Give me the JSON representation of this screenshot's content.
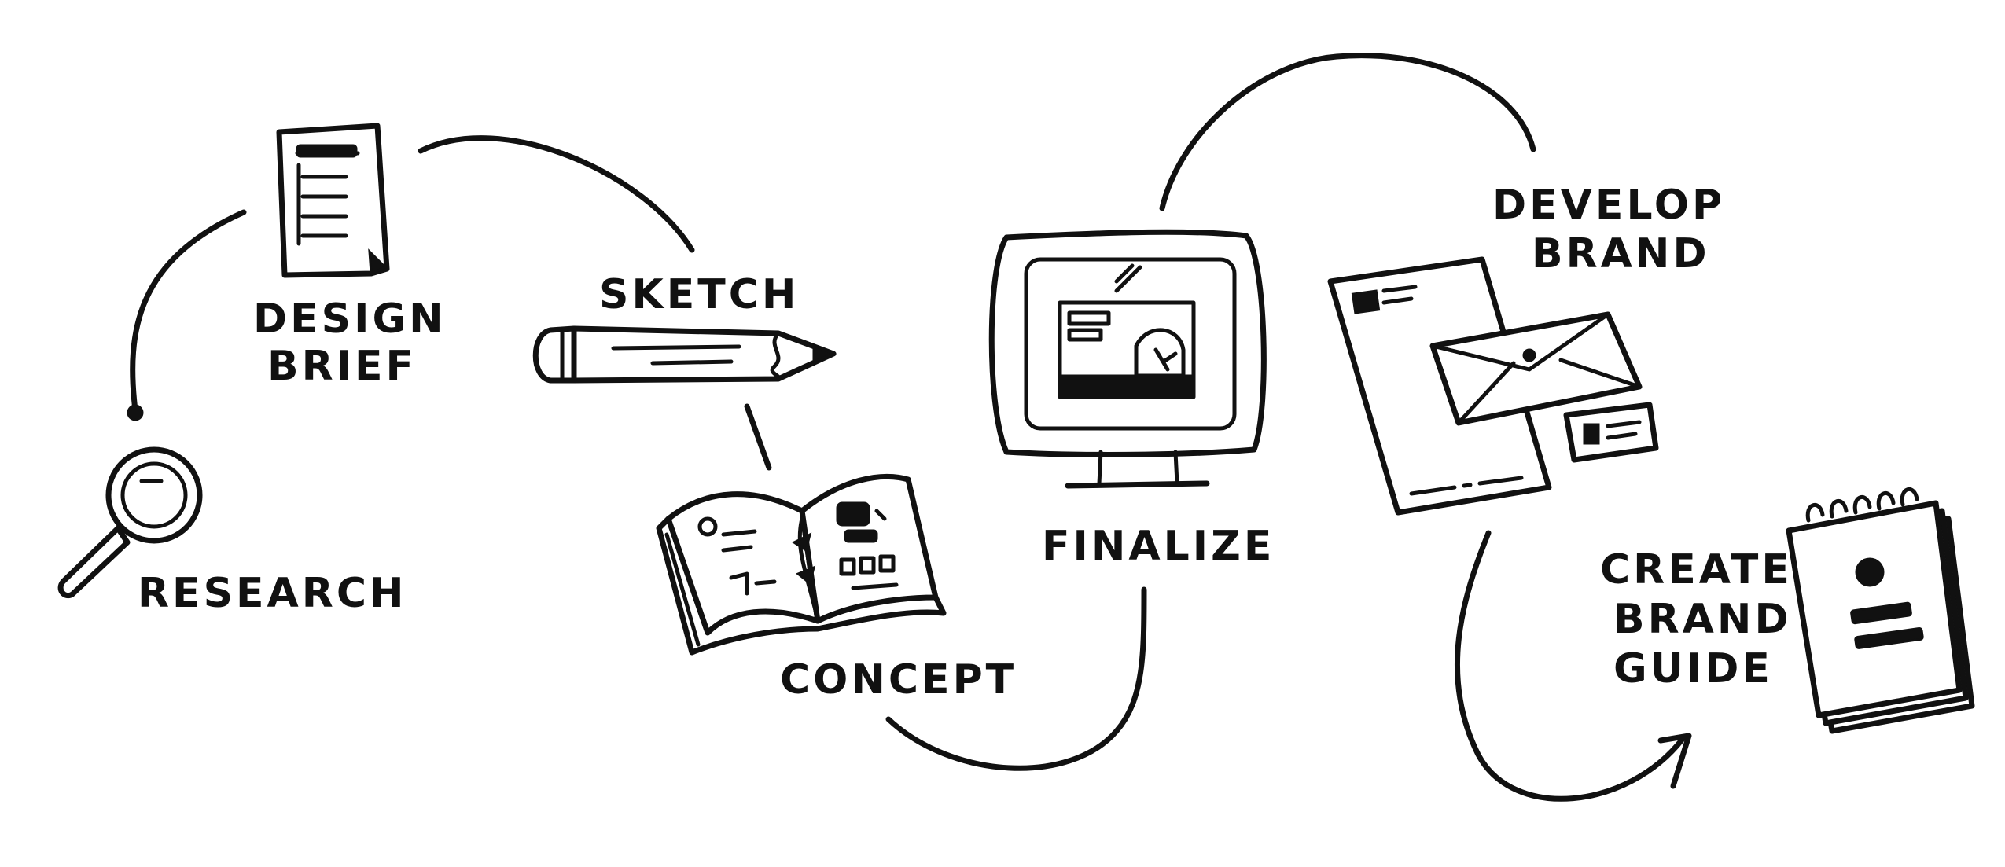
{
  "colors": {
    "ink": "#111111",
    "background": "#ffffff"
  },
  "steps": [
    {
      "id": "research",
      "lines": [
        "RESEARCH"
      ],
      "icon": "magnifying-glass-icon"
    },
    {
      "id": "design-brief",
      "lines": [
        "DESIGN",
        "BRIEF"
      ],
      "icon": "document-icon"
    },
    {
      "id": "sketch",
      "lines": [
        "SKETCH"
      ],
      "icon": "pencil-icon"
    },
    {
      "id": "concept",
      "lines": [
        "CONCEPT"
      ],
      "icon": "sketchbook-icon"
    },
    {
      "id": "finalize",
      "lines": [
        "FINALIZE"
      ],
      "icon": "monitor-icon"
    },
    {
      "id": "develop-brand",
      "lines": [
        "DEVELOP",
        "BRAND"
      ],
      "icon": "stationery-icon"
    },
    {
      "id": "create-brand-guide",
      "lines": [
        "CREATE",
        "BRAND",
        "GUIDE"
      ],
      "icon": "notepad-icon"
    }
  ],
  "flow": [
    "research",
    "design-brief",
    "sketch",
    "concept",
    "finalize",
    "develop-brand",
    "create-brand-guide"
  ]
}
